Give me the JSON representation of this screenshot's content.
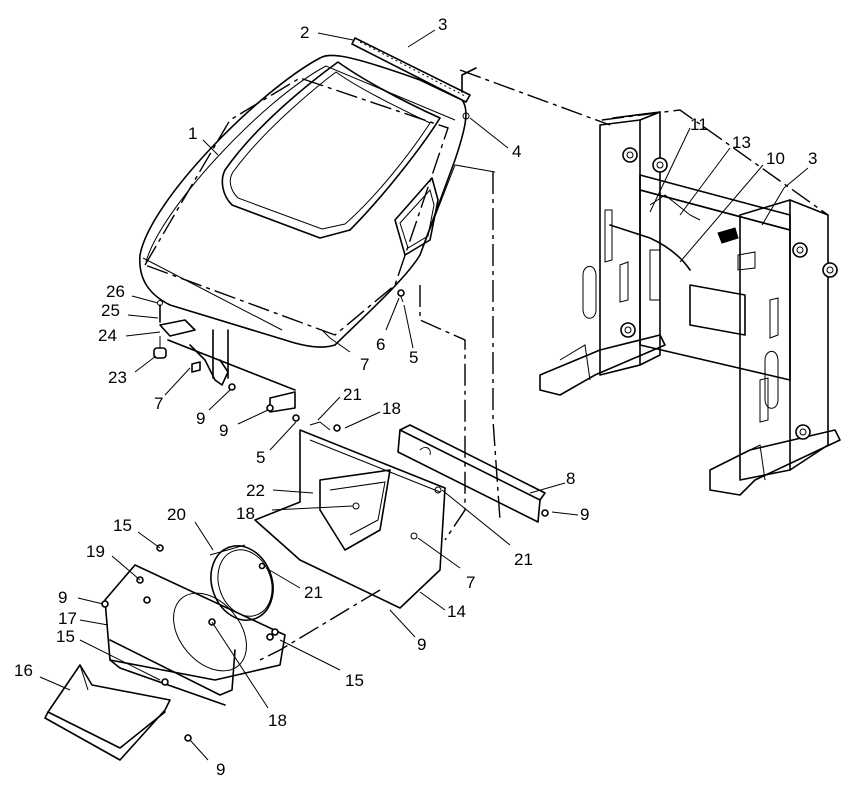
{
  "diagram": {
    "callouts": [
      {
        "id": "c2",
        "label": "2"
      },
      {
        "id": "c3a",
        "label": "3"
      },
      {
        "id": "c1",
        "label": "1"
      },
      {
        "id": "c4",
        "label": "4"
      },
      {
        "id": "c11",
        "label": "11"
      },
      {
        "id": "c13",
        "label": "13"
      },
      {
        "id": "c10",
        "label": "10"
      },
      {
        "id": "c3b",
        "label": "3"
      },
      {
        "id": "c26",
        "label": "26"
      },
      {
        "id": "c25",
        "label": "25"
      },
      {
        "id": "c24",
        "label": "24"
      },
      {
        "id": "c23",
        "label": "23"
      },
      {
        "id": "c6",
        "label": "6"
      },
      {
        "id": "c5a",
        "label": "5"
      },
      {
        "id": "c7a",
        "label": "7"
      },
      {
        "id": "c7b",
        "label": "7"
      },
      {
        "id": "c9a",
        "label": "9"
      },
      {
        "id": "c9b",
        "label": "9"
      },
      {
        "id": "c21a",
        "label": "21"
      },
      {
        "id": "c18a",
        "label": "18"
      },
      {
        "id": "c5b",
        "label": "5"
      },
      {
        "id": "c22",
        "label": "22"
      },
      {
        "id": "c8",
        "label": "8"
      },
      {
        "id": "c9c",
        "label": "9"
      },
      {
        "id": "c18b",
        "label": "18"
      },
      {
        "id": "c21b",
        "label": "21"
      },
      {
        "id": "c7c",
        "label": "7"
      },
      {
        "id": "c15a",
        "label": "15"
      },
      {
        "id": "c20",
        "label": "20"
      },
      {
        "id": "c19",
        "label": "19"
      },
      {
        "id": "c21c",
        "label": "21"
      },
      {
        "id": "c14",
        "label": "14"
      },
      {
        "id": "c9d",
        "label": "9"
      },
      {
        "id": "c9e",
        "label": "9"
      },
      {
        "id": "c17",
        "label": "17"
      },
      {
        "id": "c15b",
        "label": "15"
      },
      {
        "id": "c15c",
        "label": "15"
      },
      {
        "id": "c16",
        "label": "16"
      },
      {
        "id": "c18c",
        "label": "18"
      },
      {
        "id": "c9f",
        "label": "9"
      }
    ]
  }
}
